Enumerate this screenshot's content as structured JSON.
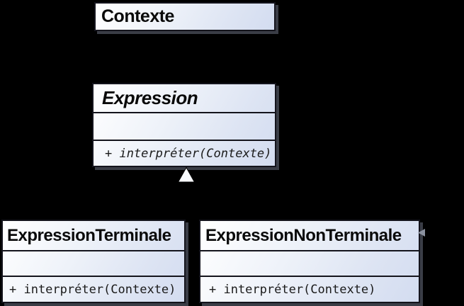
{
  "classes": {
    "contexte": {
      "name": "Contexte"
    },
    "expression": {
      "name": "Expression",
      "abstract": true,
      "attributes": "",
      "method": "+ interpréter(Contexte)"
    },
    "terminale": {
      "name": "ExpressionTerminale",
      "abstract": false,
      "attributes": "",
      "method": "+ interpréter(Contexte)"
    },
    "non_terminale": {
      "name": "ExpressionNonTerminale",
      "abstract": false,
      "attributes": "",
      "method": "+ interpréter(Contexte)"
    }
  },
  "connectors": {
    "generalization_arrowhead": "hollow-triangle-up",
    "association_arrowhead": "small-arrow-left"
  },
  "colors": {
    "background": "#000000",
    "box_border": "#14141c",
    "box_fill_top": "#ffffff",
    "box_fill_bottom": "#d3dcf0",
    "box_shadow": "#3a3d46",
    "text": "#0a0a0a",
    "generalization_fill": "#f8fafd",
    "association_arrow_fill": "#8b919f"
  }
}
